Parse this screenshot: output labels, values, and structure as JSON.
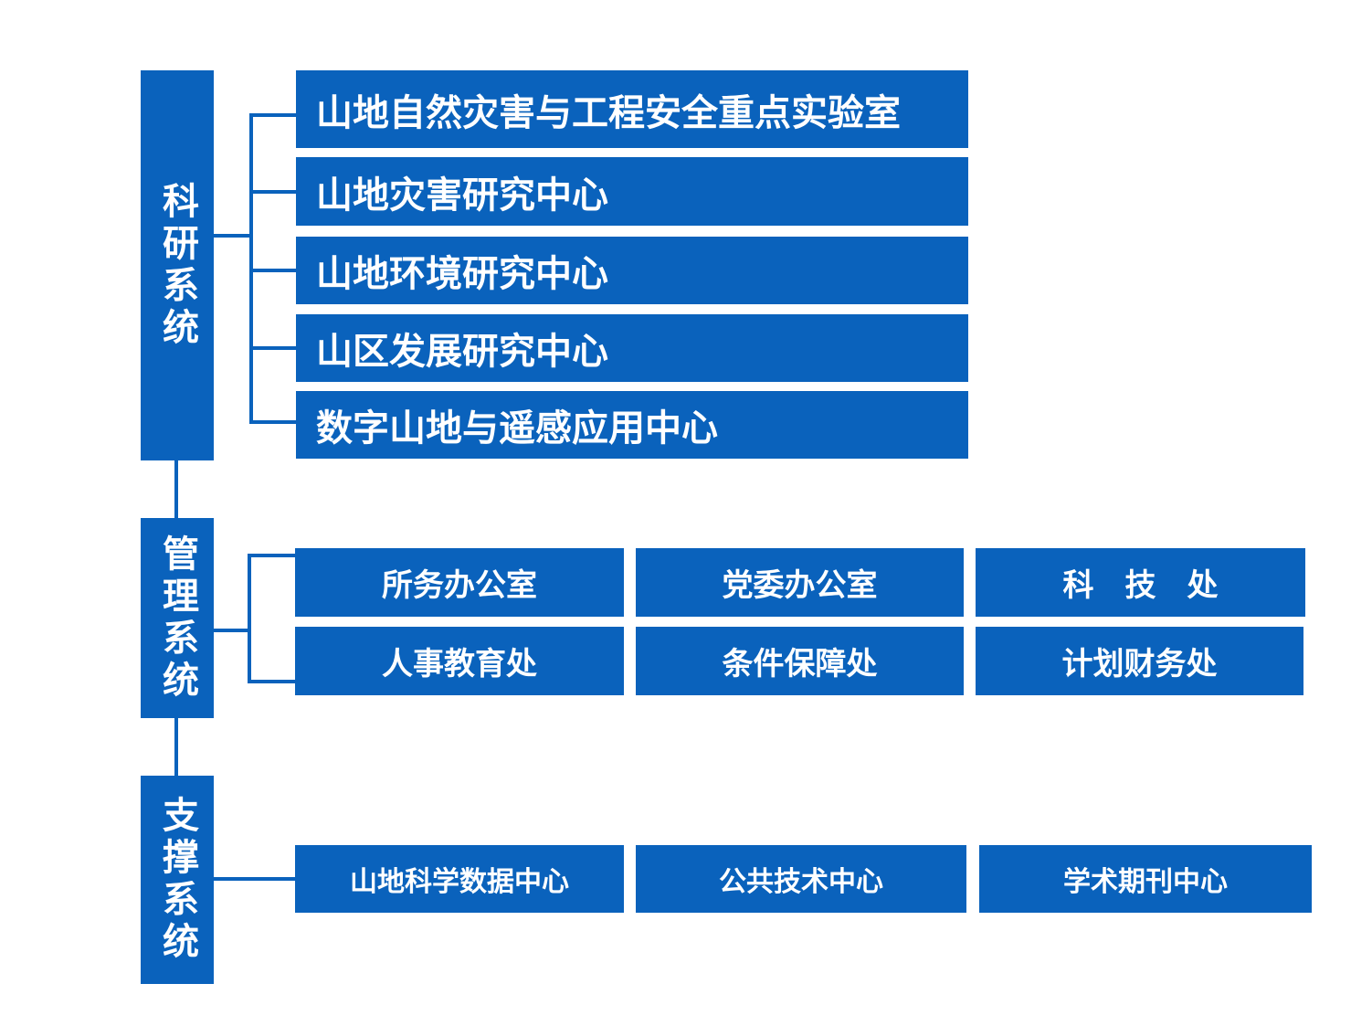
{
  "systems": {
    "research": "科研系统",
    "management": "管理系统",
    "support": "支撑系统"
  },
  "research_units": [
    "山地自然灾害与工程安全重点实验室",
    "山地灾害研究中心",
    "山地环境研究中心",
    "山区发展研究中心",
    "数字山地与遥感应用中心"
  ],
  "management_units": [
    "所务办公室",
    "党委办公室",
    "科　技　处",
    "人事教育处",
    "条件保障处",
    "计划财务处"
  ],
  "support_units": [
    "山地科学数据中心",
    "公共技术中心",
    "学术期刊中心"
  ],
  "colors": {
    "primary": "#0a62bc"
  }
}
